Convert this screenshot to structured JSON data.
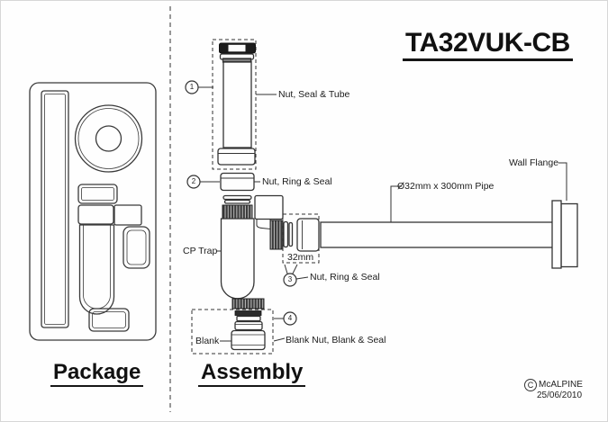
{
  "title": "TA32VUK-CB",
  "sections": {
    "package_label": "Package",
    "assembly_label": "Assembly"
  },
  "callouts": [
    {
      "num": "1",
      "label": "Nut, Seal & Tube"
    },
    {
      "num": "2",
      "label": "Nut, Ring & Seal"
    },
    {
      "num": "3",
      "label": "Nut, Ring & Seal"
    },
    {
      "num": "4",
      "label": "Blank Nut, Blank & Seal"
    }
  ],
  "labels": {
    "cp_trap": "CP Trap",
    "dimension": "32mm",
    "pipe": "Ø32mm x 300mm Pipe",
    "wall_flange": "Wall Flange",
    "blank": "Blank"
  },
  "footer": {
    "copyright_symbol": "C",
    "brand": "McALPINE",
    "date": "25/06/2010"
  },
  "colors": {
    "ink": "#333333",
    "text": "#1c1c1c",
    "background": "#fefefe"
  }
}
